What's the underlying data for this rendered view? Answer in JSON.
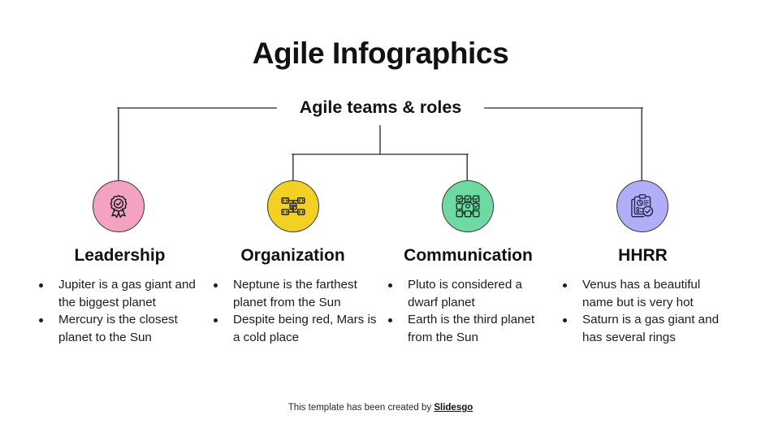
{
  "slide": {
    "title": "Agile Infographics",
    "subtitle": "Agile teams & roles",
    "background_color": "#ffffff",
    "connector_color": "#4a4a4a"
  },
  "footer": {
    "text": "This template has been created by ",
    "brand": "Slidesgo"
  },
  "columns": [
    {
      "heading": "Leadership",
      "icon": "award-ribbon-icon",
      "circle_color": "#F3A3C1",
      "bullets": [
        "Jupiter is a gas giant and the biggest planet",
        "Mercury is the closest planet to the Sun"
      ]
    },
    {
      "heading": "Organization",
      "icon": "code-nodes-icon",
      "circle_color": "#F2D124",
      "bullets": [
        "Neptune is the farthest planet from the Sun",
        "Despite being red, Mars is a cold place"
      ]
    },
    {
      "heading": "Communication",
      "icon": "checklist-network-gear-icon",
      "circle_color": "#6FD9A2",
      "bullets": [
        "Pluto is considered a dwarf planet",
        "Earth is the third planet from the Sun"
      ]
    },
    {
      "heading": "HHRR",
      "icon": "clipboard-report-check-icon",
      "circle_color": "#AFAEF6",
      "bullets": [
        "Venus has a beautiful name but is very hot",
        "Saturn is a gas giant and has several rings"
      ]
    }
  ]
}
